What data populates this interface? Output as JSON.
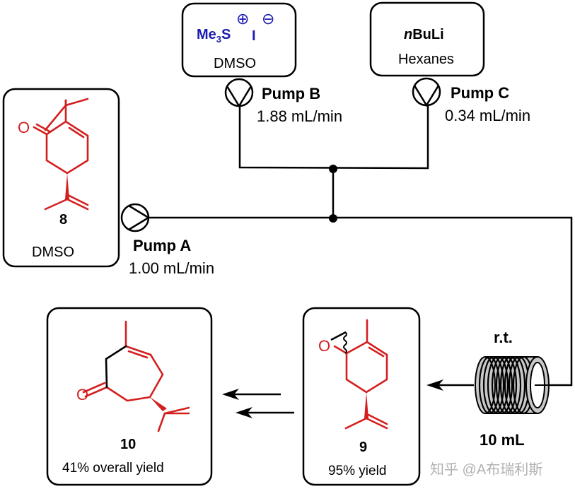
{
  "colors": {
    "molecule": "#d41f1f",
    "reagent": "#1a1ab0",
    "line": "#000000",
    "coil_fill": "#c8c8c8",
    "watermark": "#b0b0b0"
  },
  "reservoir_b": {
    "reagent_main": "Me",
    "reagent_sub": "3",
    "reagent_s": "S",
    "cation_sign": "⊕",
    "anion": "I",
    "anion_sign": "⊖",
    "solvent": "DMSO"
  },
  "reservoir_c": {
    "reagent_prefix": "n",
    "reagent": "BuLi",
    "solvent": "Hexanes"
  },
  "reservoir_a": {
    "compound_number": "8",
    "solvent": "DMSO"
  },
  "pump_a": {
    "label": "Pump A",
    "rate": "1.00 mL/min"
  },
  "pump_b": {
    "label": "Pump B",
    "rate": "1.88  mL/min"
  },
  "pump_c": {
    "label": "Pump C",
    "rate": "0.34 mL/min"
  },
  "reactor": {
    "temperature": "r.t.",
    "volume": "10 mL"
  },
  "product_9": {
    "compound_number": "9",
    "yield": "95% yield",
    "epoxide_o": "O"
  },
  "product_10": {
    "compound_number": "10",
    "yield": "41% overall yield",
    "ketone_o": "O"
  },
  "product_8": {
    "ketone_o": "O"
  },
  "watermark": "知乎 @A布瑞利斯"
}
